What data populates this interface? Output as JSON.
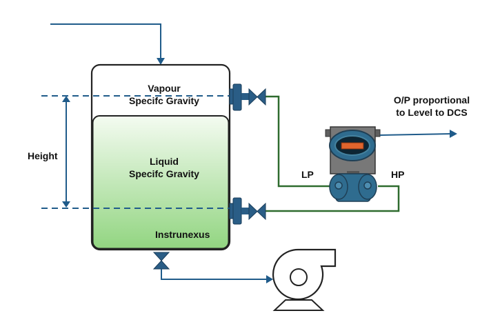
{
  "labels": {
    "vapour_line1": "Vapour",
    "vapour_line2": "Specifc Gravity",
    "liquid_line1": "Liquid",
    "liquid_line2": "Specifc Gravity",
    "watermark": "Instrunexus",
    "height": "Height",
    "lp": "LP",
    "hp": "HP",
    "output_line1": "O/P proportional",
    "output_line2": "to Level to DCS"
  },
  "colors": {
    "blue_line": "#1f5b8a",
    "green_line": "#2e6b2e",
    "outline": "#222222",
    "liquid_top": "#f4fbf1",
    "liquid_bottom": "#92d581",
    "valve": "#2a5d86",
    "transmitter_body": "#2f6c8f",
    "transmitter_head": "#757575",
    "display": "#e0652d"
  },
  "icons": {
    "inlet": "inlet-pipe-arrow",
    "valve": "gate-valve-icon",
    "transmitter": "dp-transmitter-icon",
    "pump": "centrifugal-pump-icon"
  }
}
